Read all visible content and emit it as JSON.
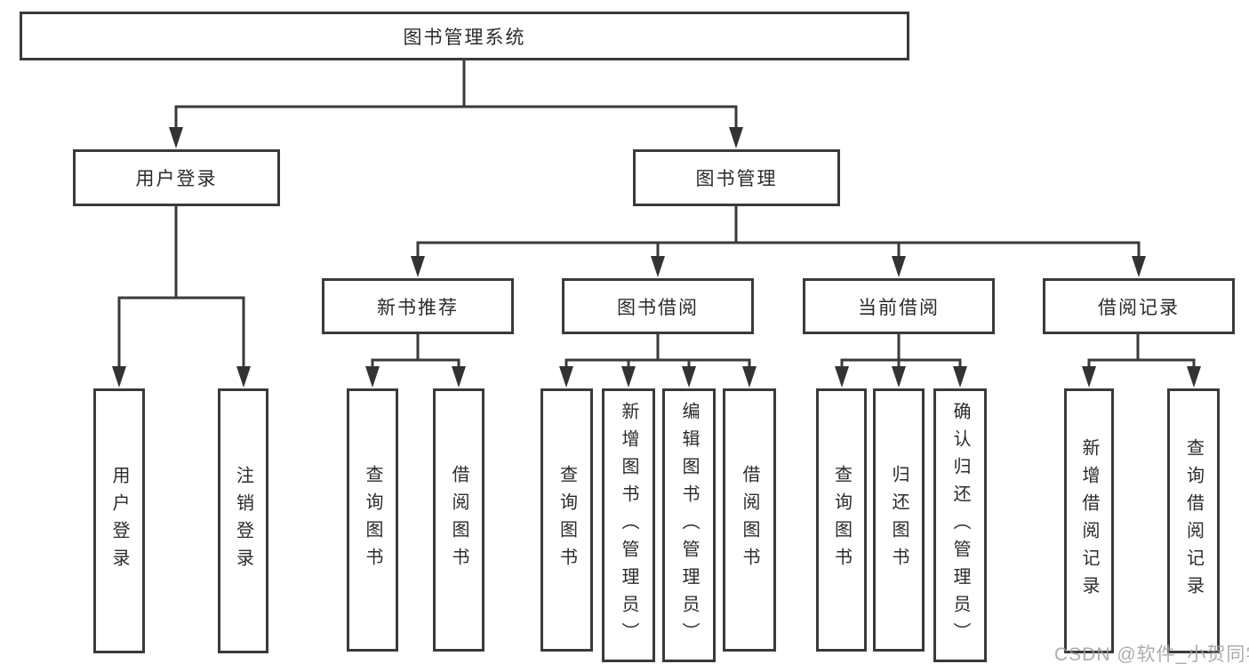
{
  "colors": {
    "line": "#3a3a3a",
    "box_border": "#3a3a3a",
    "text": "#2b2b2b",
    "background": "#ffffff",
    "watermark": "#9e9ea3"
  },
  "watermark": "CSDN @软件_小贺同学",
  "tree": {
    "root": "图书管理系统",
    "login": {
      "label": "用户登录",
      "children": [
        "用户登录",
        "注销登录"
      ]
    },
    "manage": {
      "label": "图书管理",
      "sections": [
        {
          "label": "新书推荐",
          "children": [
            "查询图书",
            "借阅图书"
          ]
        },
        {
          "label": "图书借阅",
          "children": [
            "查询图书",
            "新增图书（管理员）",
            "编辑图书（管理员）",
            "借阅图书"
          ]
        },
        {
          "label": "当前借阅",
          "children": [
            "查询图书",
            "归还图书",
            "确认归还（管理员）"
          ]
        },
        {
          "label": "借阅记录",
          "children": [
            "新增借阅记录",
            "查询借阅记录"
          ]
        }
      ]
    }
  }
}
